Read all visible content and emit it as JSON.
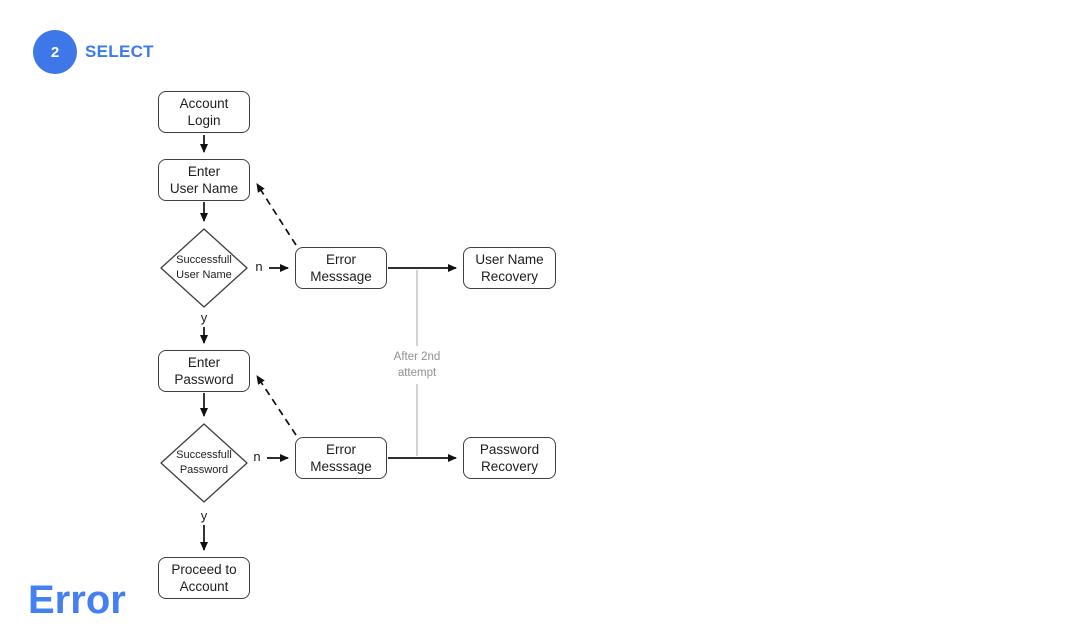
{
  "header": {
    "step_number": "2",
    "step_label": "SELECT"
  },
  "footer": {
    "error_label": "Error"
  },
  "colors": {
    "accent_blue": "#3b7af0",
    "badge_blue": "#3d77e8",
    "box_border": "#3f3f3f",
    "node_text": "#1d1d1d",
    "muted_gray": "#909090"
  },
  "flowchart": {
    "nodes": {
      "account_login": "Account\nLogin",
      "enter_user_name": "Enter\nUser Name",
      "successful_user_name": "Successfull\nUser Name",
      "error_message_1": "Error\nMesssage",
      "user_name_recovery": "User Name\nRecovery",
      "enter_password": "Enter\nPassword",
      "successful_password": "Successfull\nPassword",
      "error_message_2": "Error\nMesssage",
      "password_recovery": "Password\nRecovery",
      "proceed_to_account": "Proceed to\nAccount"
    },
    "edge_labels": {
      "no_1": "n",
      "yes_1": "y",
      "no_2": "n",
      "yes_2": "y",
      "after_2nd_attempt": "After 2nd\nattempt"
    }
  }
}
